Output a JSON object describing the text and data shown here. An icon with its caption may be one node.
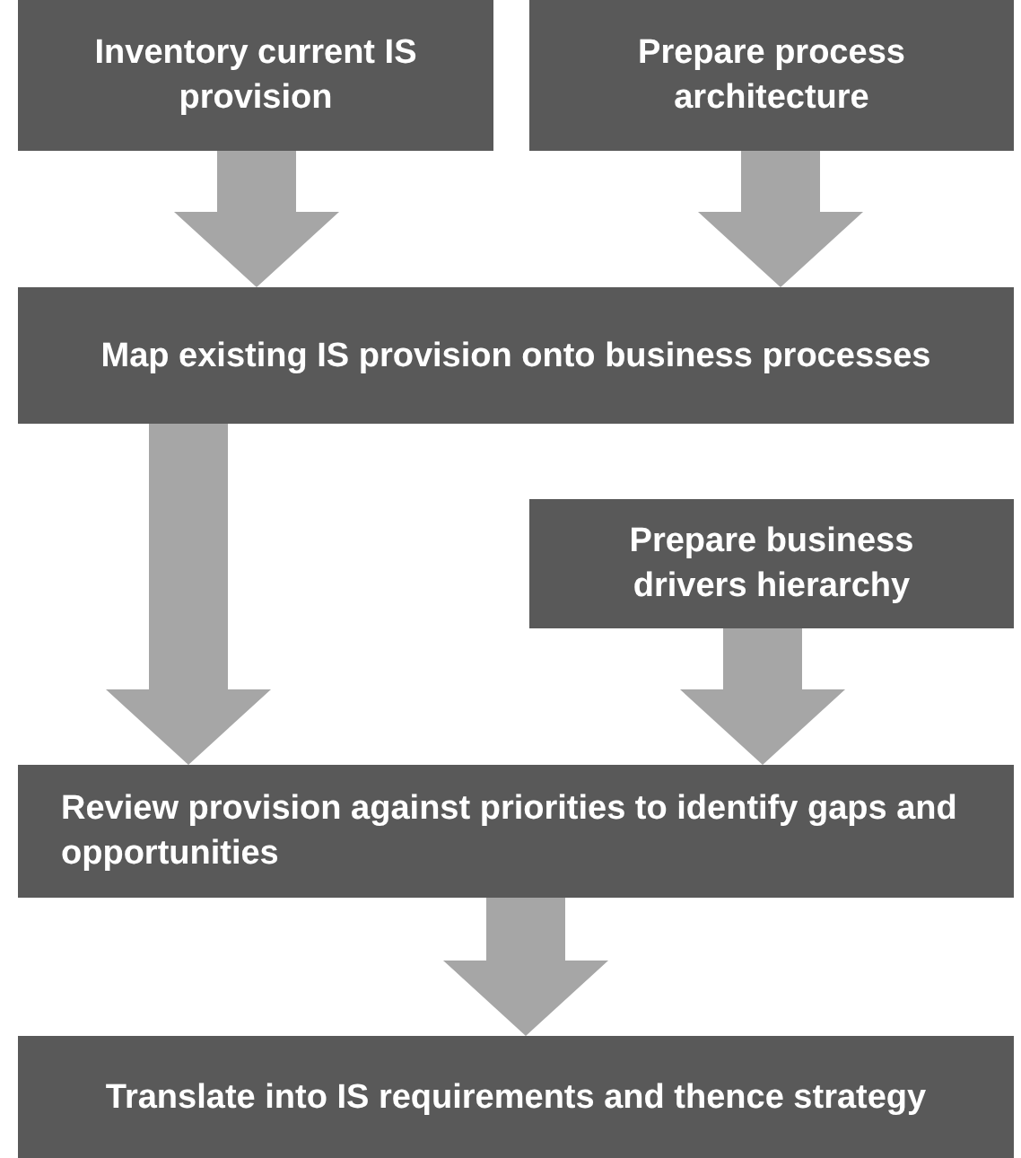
{
  "diagram": {
    "nodes": [
      {
        "text": [
          "Inventory current IS provision"
        ]
      },
      {
        "text": [
          "Prepare process architecture"
        ]
      },
      {
        "text": [
          "Map existing IS provision onto business processes"
        ]
      },
      {
        "text": [
          "Prepare business drivers hierarchy"
        ]
      },
      {
        "text": [
          "Review provision against priorities to identify gaps and opportunities"
        ]
      },
      {
        "text": [
          "Translate into IS requirements and thence strategy"
        ]
      }
    ],
    "edges": [
      {
        "from": 0,
        "to": 2,
        "arrow": "to"
      },
      {
        "from": 1,
        "to": 2,
        "arrow": "to"
      },
      {
        "from": 2,
        "to": 4,
        "arrow": "to"
      },
      {
        "from": 3,
        "to": 4,
        "arrow": "to"
      },
      {
        "from": 4,
        "to": 5,
        "arrow": "to"
      }
    ]
  }
}
